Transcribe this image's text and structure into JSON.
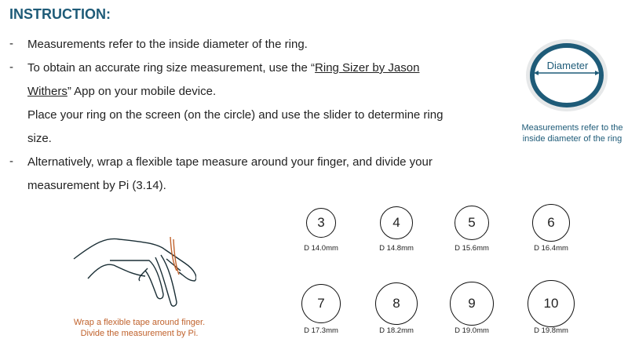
{
  "title": "INSTRUCTION:",
  "bullets": {
    "b1": "Measurements refer to the inside diameter of the ring.",
    "b2_pre": "To obtain an accurate ring size measurement, use the “",
    "b2_link1": "Ring Sizer by Jason",
    "b2_link2": "Withers",
    "b2_post": "” App on your mobile device.",
    "b2_cont1": "Place your ring on the screen (on the circle) and use the slider to determine ring",
    "b2_cont2": "size.",
    "b3a": "Alternatively, wrap a flexible tape measure around your finger, and divide your",
    "b3b": "measurement by Pi (3.14).",
    "dash": "-"
  },
  "diagram": {
    "label": "Diameter",
    "caption": "Measurements refer to the inside diameter of the ring"
  },
  "hand": {
    "caption1": "Wrap a flexible tape around finger.",
    "caption2": "Divide the measurement by Pi."
  },
  "sizes": [
    {
      "size": "3",
      "d": "D 14.0mm"
    },
    {
      "size": "4",
      "d": "D 14.8mm"
    },
    {
      "size": "5",
      "d": "D 15.6mm"
    },
    {
      "size": "6",
      "d": "D 16.4mm"
    },
    {
      "size": "7",
      "d": "D 17.3mm"
    },
    {
      "size": "8",
      "d": "D 18.2mm"
    },
    {
      "size": "9",
      "d": "D 19.0mm"
    },
    {
      "size": "10",
      "d": "D 19.8mm"
    }
  ],
  "colors": {
    "accent": "#1e5b78",
    "orange": "#c0622c"
  }
}
